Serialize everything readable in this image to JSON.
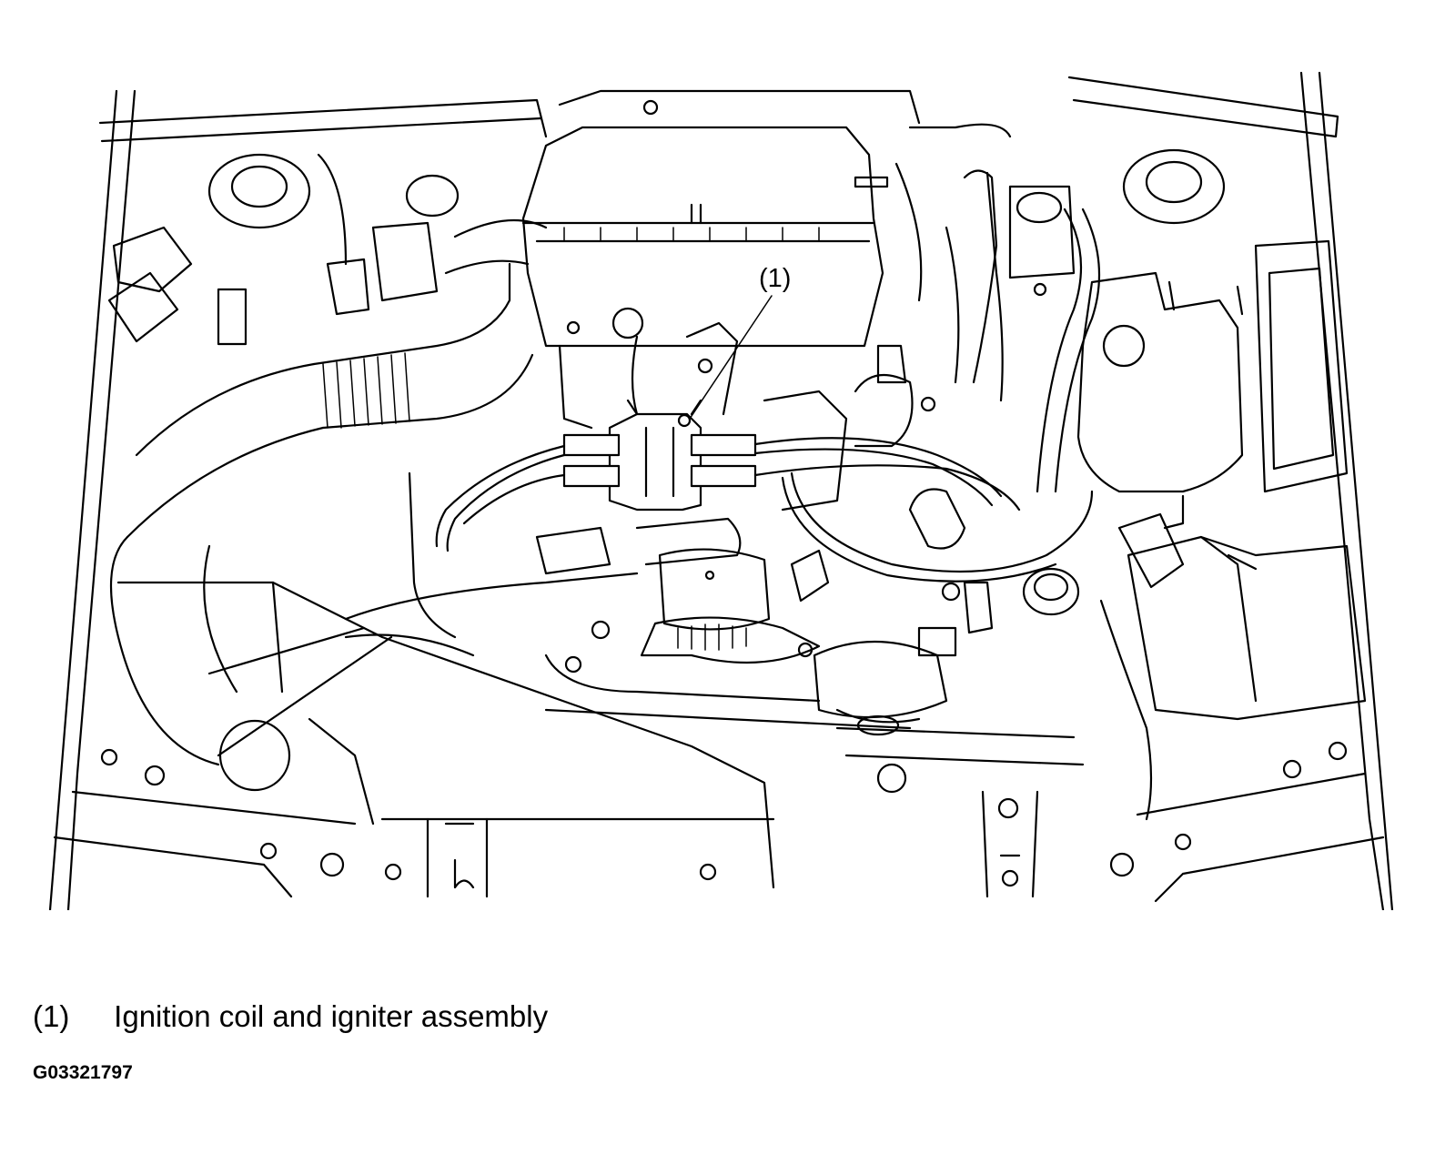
{
  "diagram": {
    "callout": "(1)",
    "legend": [
      {
        "number": "(1)",
        "text": "Ignition coil and igniter assembly"
      }
    ],
    "figure_id": "G03321797"
  }
}
